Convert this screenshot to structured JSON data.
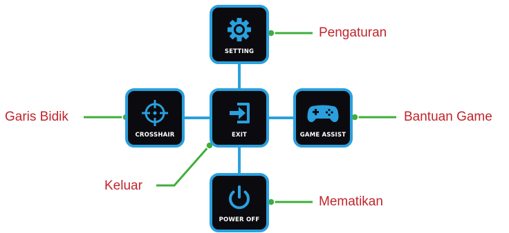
{
  "colors": {
    "tile_background": "#0b0b0f",
    "tile_border": "#2aa0de",
    "icon_blue": "#2aa0de",
    "connector_line": "#2aa0de",
    "leader_line": "#3fae3a",
    "callout_text": "#c0242b"
  },
  "buttons": {
    "setting": {
      "label": "SETTING",
      "icon": "gear-icon"
    },
    "crosshair": {
      "label": "CROSSHAIR",
      "icon": "crosshair-icon"
    },
    "exit": {
      "label": "EXIT",
      "icon": "exit-icon"
    },
    "game_assist": {
      "label": "GAME ASSIST",
      "icon": "gamepad-icon"
    },
    "power_off": {
      "label": "POWER OFF",
      "icon": "power-icon"
    }
  },
  "callouts": {
    "setting": "Pengaturan",
    "crosshair": "Garis Bidik",
    "exit": "Keluar",
    "game_assist": "Bantuan Game",
    "power_off": "Mematikan"
  }
}
